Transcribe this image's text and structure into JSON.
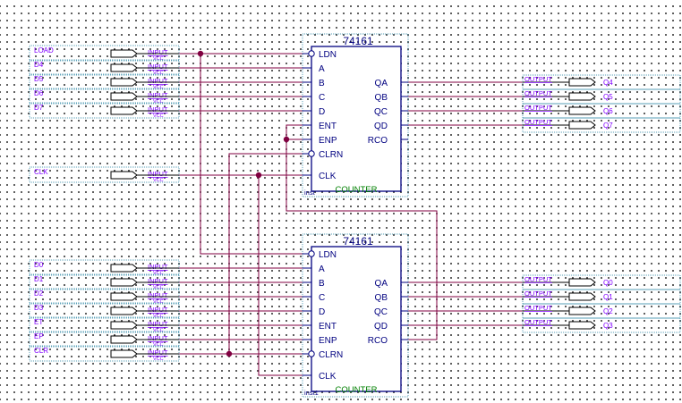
{
  "schematic": {
    "inputs_top": [
      {
        "name": "LOAD",
        "label": "INPUT",
        "vcc": "VCC"
      },
      {
        "name": "D4",
        "label": "INPUT",
        "vcc": "VCC"
      },
      {
        "name": "D5",
        "label": "INPUT",
        "vcc": "VCC"
      },
      {
        "name": "D6",
        "label": "INPUT",
        "vcc": "VCC"
      },
      {
        "name": "D7",
        "label": "INPUT",
        "vcc": "VCC"
      }
    ],
    "clk_input": {
      "name": "CLK",
      "label": "INPUT",
      "vcc": "VCC"
    },
    "inputs_bottom": [
      {
        "name": "D0",
        "label": "INPUT",
        "vcc": "VCC"
      },
      {
        "name": "D1",
        "label": "INPUT",
        "vcc": "VCC"
      },
      {
        "name": "D2",
        "label": "INPUT",
        "vcc": "VCC"
      },
      {
        "name": "D3",
        "label": "INPUT",
        "vcc": "VCC"
      },
      {
        "name": "ET",
        "label": "INPUT",
        "vcc": "VCC"
      },
      {
        "name": "EP",
        "label": "INPUT",
        "vcc": "VCC"
      },
      {
        "name": "CLR",
        "label": "INPUT",
        "vcc": "VCC"
      }
    ],
    "outputs_top": [
      {
        "name": "Q4",
        "label": "OUTPUT"
      },
      {
        "name": "Q5",
        "label": "OUTPUT"
      },
      {
        "name": "Q6",
        "label": "OUTPUT"
      },
      {
        "name": "Q7",
        "label": "OUTPUT"
      }
    ],
    "outputs_bottom": [
      {
        "name": "Q0",
        "label": "OUTPUT"
      },
      {
        "name": "Q1",
        "label": "OUTPUT"
      },
      {
        "name": "Q2",
        "label": "OUTPUT"
      },
      {
        "name": "Q3",
        "label": "OUTPUT"
      }
    ],
    "chips": [
      {
        "part": "74161",
        "instance": "inst",
        "footer": "COUNTER",
        "left_pins": [
          "LDN",
          "A",
          "B",
          "C",
          "D",
          "ENT",
          "ENP",
          "CLRN",
          "CLK"
        ],
        "right_pins": [
          "QA",
          "QB",
          "QC",
          "QD",
          "RCO"
        ]
      },
      {
        "part": "74161",
        "instance": "inst1",
        "footer": "COUNTER",
        "left_pins": [
          "LDN",
          "A",
          "B",
          "C",
          "D",
          "ENT",
          "ENP",
          "CLRN",
          "CLK"
        ],
        "right_pins": [
          "QA",
          "QB",
          "QC",
          "QD",
          "RCO"
        ]
      }
    ]
  },
  "colors": {
    "wire": "#800040",
    "component": "#00007f",
    "box": "#2080a0",
    "pin_label": "#000080",
    "footer": "#008000",
    "io_label": "#8000ff",
    "node": "#800040"
  }
}
